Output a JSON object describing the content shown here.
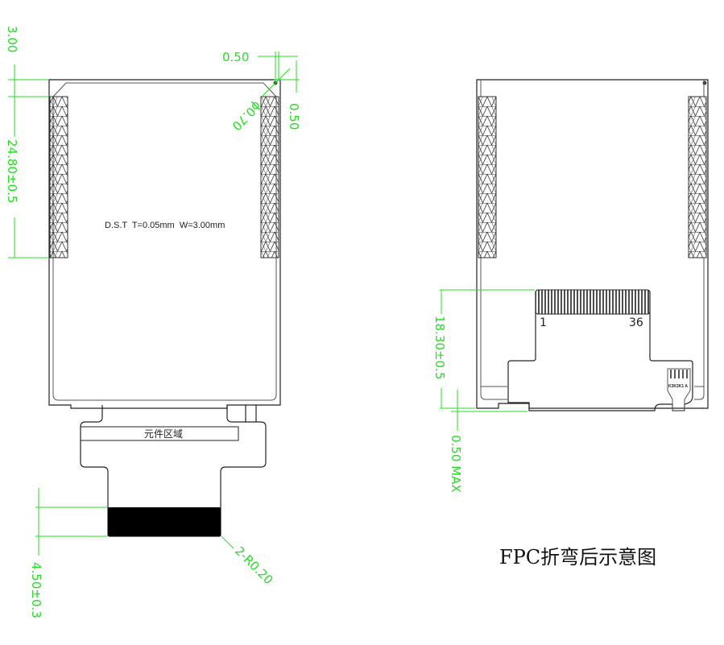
{
  "front_view": {
    "dims": {
      "top_gap": "3.00",
      "tape_length": "24.80±0.5",
      "hole_offset_x": "0.50",
      "hole_offset_y": "0.50",
      "hole_diameter": "ϕ0.70",
      "fpc_gold_finger": "4.50±0.3",
      "corner_radius": "2-R0.20"
    },
    "tape_note": "D.S.T  T=0.05mm  W=3.00mm",
    "component_area_label": "元件区域"
  },
  "back_view": {
    "pin_first": "1",
    "pin_last": "36",
    "component_label": "K3K2K1 A",
    "dims": {
      "connector_height": "18.30±0.5",
      "fpc_overhang": "0.50 MAX"
    },
    "caption": "FPC折弯后示意图"
  },
  "colors": {
    "dimension": "#22e022",
    "outline": "#222222"
  }
}
